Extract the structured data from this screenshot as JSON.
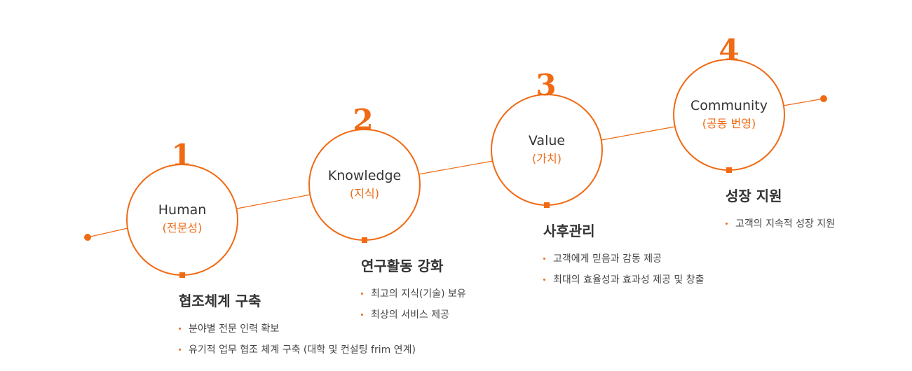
{
  "accent_color": "#f06a14",
  "steps": [
    {
      "number": "1",
      "title": "Human",
      "subtitle": "(전문성)",
      "heading": "협조체계 구축",
      "items": [
        "분야별 전문 인력 확보",
        "유기적 업무 협조 체계 구축 (대학 및 컨설팅 frim 연계)"
      ]
    },
    {
      "number": "2",
      "title": "Knowledge",
      "subtitle": "(지식)",
      "heading": "연구활동 강화",
      "items": [
        "최고의 지식(기술) 보유",
        "최상의 서비스 제공"
      ]
    },
    {
      "number": "3",
      "title": "Value",
      "subtitle": "(가치)",
      "heading": "사후관리",
      "items": [
        "고객에게 믿음과 감동 제공",
        "최대의 효율성과 효과성 제공 및 창출"
      ]
    },
    {
      "number": "4",
      "title": "Community",
      "subtitle": "(공동 번영)",
      "heading": "성장 지원",
      "items": [
        "고객의 지속적 성장 지원"
      ]
    }
  ]
}
